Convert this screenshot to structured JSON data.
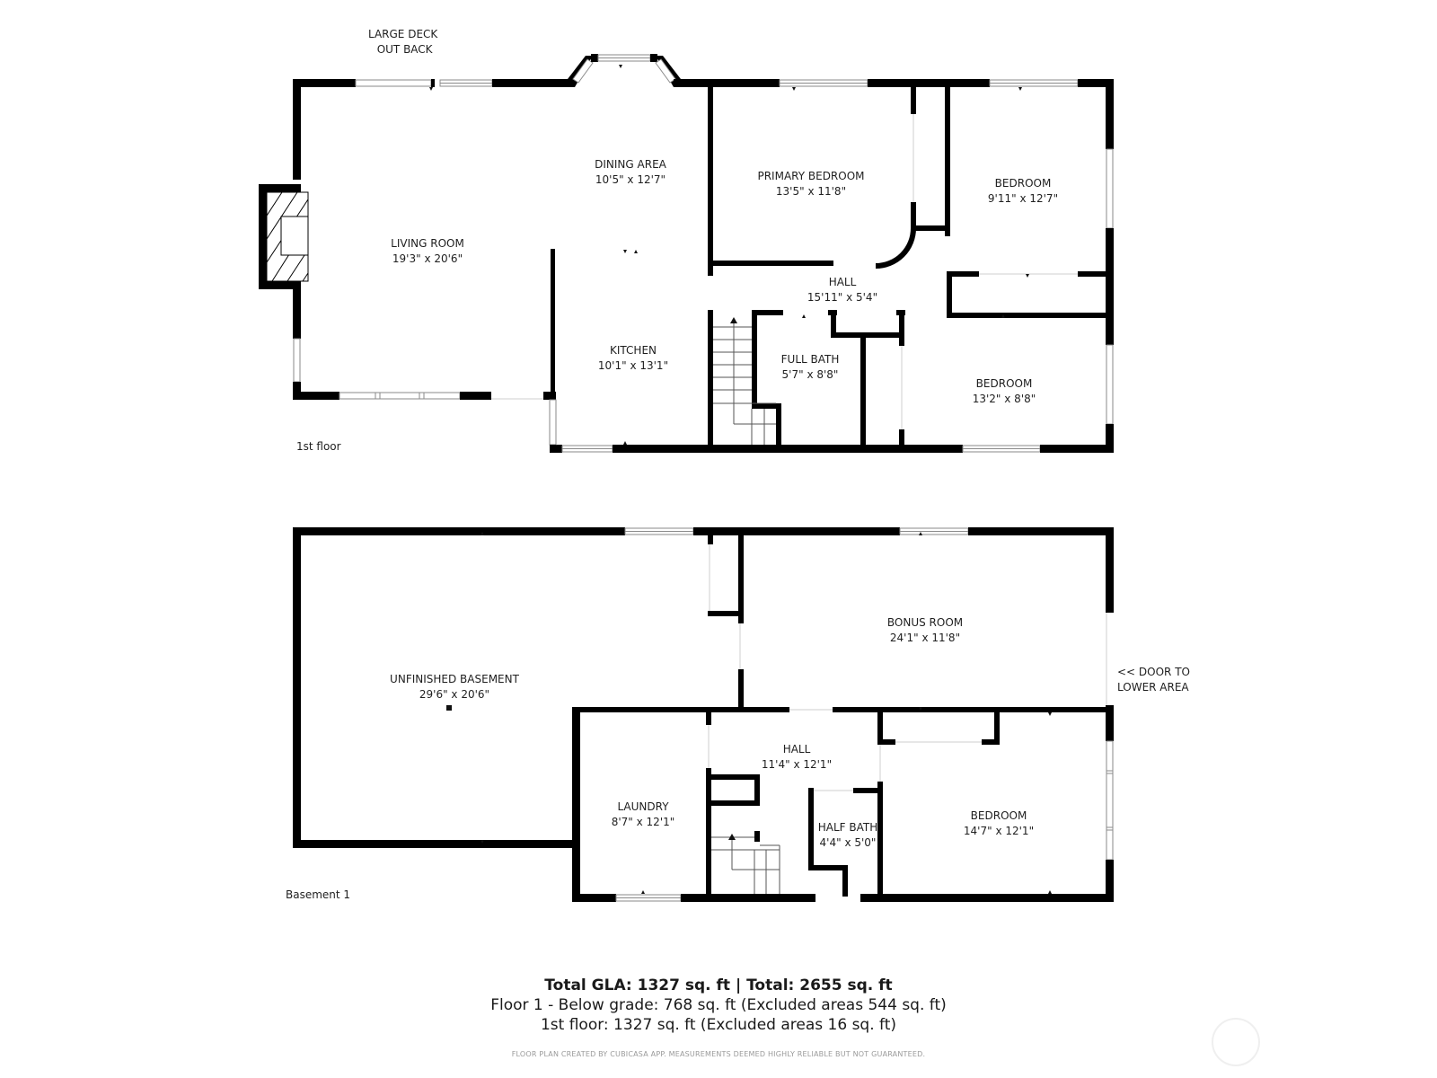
{
  "annotations": {
    "deck_note": [
      "LARGE DECK",
      "OUT BACK"
    ],
    "door_note": [
      "<< DOOR TO",
      "LOWER AREA"
    ]
  },
  "floors": [
    {
      "name": "1st floor",
      "rooms": [
        {
          "name": "LIVING ROOM",
          "dims": "19'3\" x 20'6\""
        },
        {
          "name": "DINING AREA",
          "dims": "10'5\" x 12'7\""
        },
        {
          "name": "KITCHEN",
          "dims": "10'1\" x 13'1\""
        },
        {
          "name": "PRIMARY BEDROOM",
          "dims": "13'5\" x 11'8\""
        },
        {
          "name": "BEDROOM",
          "dims": "9'11\" x 12'7\""
        },
        {
          "name": "HALL",
          "dims": "15'11\" x 5'4\""
        },
        {
          "name": "FULL BATH",
          "dims": "5'7\" x 8'8\""
        },
        {
          "name": "BEDROOM",
          "dims": "13'2\" x 8'8\""
        }
      ]
    },
    {
      "name": "Basement 1",
      "rooms": [
        {
          "name": "UNFINISHED BASEMENT",
          "dims": "29'6\" x 20'6\""
        },
        {
          "name": "BONUS ROOM",
          "dims": "24'1\" x 11'8\""
        },
        {
          "name": "HALL",
          "dims": "11'4\" x 12'1\""
        },
        {
          "name": "LAUNDRY",
          "dims": "8'7\" x 12'1\""
        },
        {
          "name": "HALF BATH",
          "dims": "4'4\" x 5'0\""
        },
        {
          "name": "BEDROOM",
          "dims": "14'7\" x 12'1\""
        }
      ]
    }
  ],
  "summary": {
    "total_line": "Total GLA: 1327 sq. ft | Total: 2655 sq. ft",
    "below_grade_line": "Floor 1 - Below grade: 768 sq. ft (Excluded areas 544 sq. ft)",
    "first_floor_line": "1st floor: 1327 sq. ft (Excluded areas 16 sq. ft)"
  },
  "footnote": "FLOOR PLAN CREATED BY CUBICASA APP. MEASUREMENTS DEEMED HIGHLY RELIABLE BUT NOT GUARANTEED.",
  "colors": {
    "wall": "#000000",
    "window_stroke": "#8a8a8a",
    "background": "#ffffff"
  }
}
